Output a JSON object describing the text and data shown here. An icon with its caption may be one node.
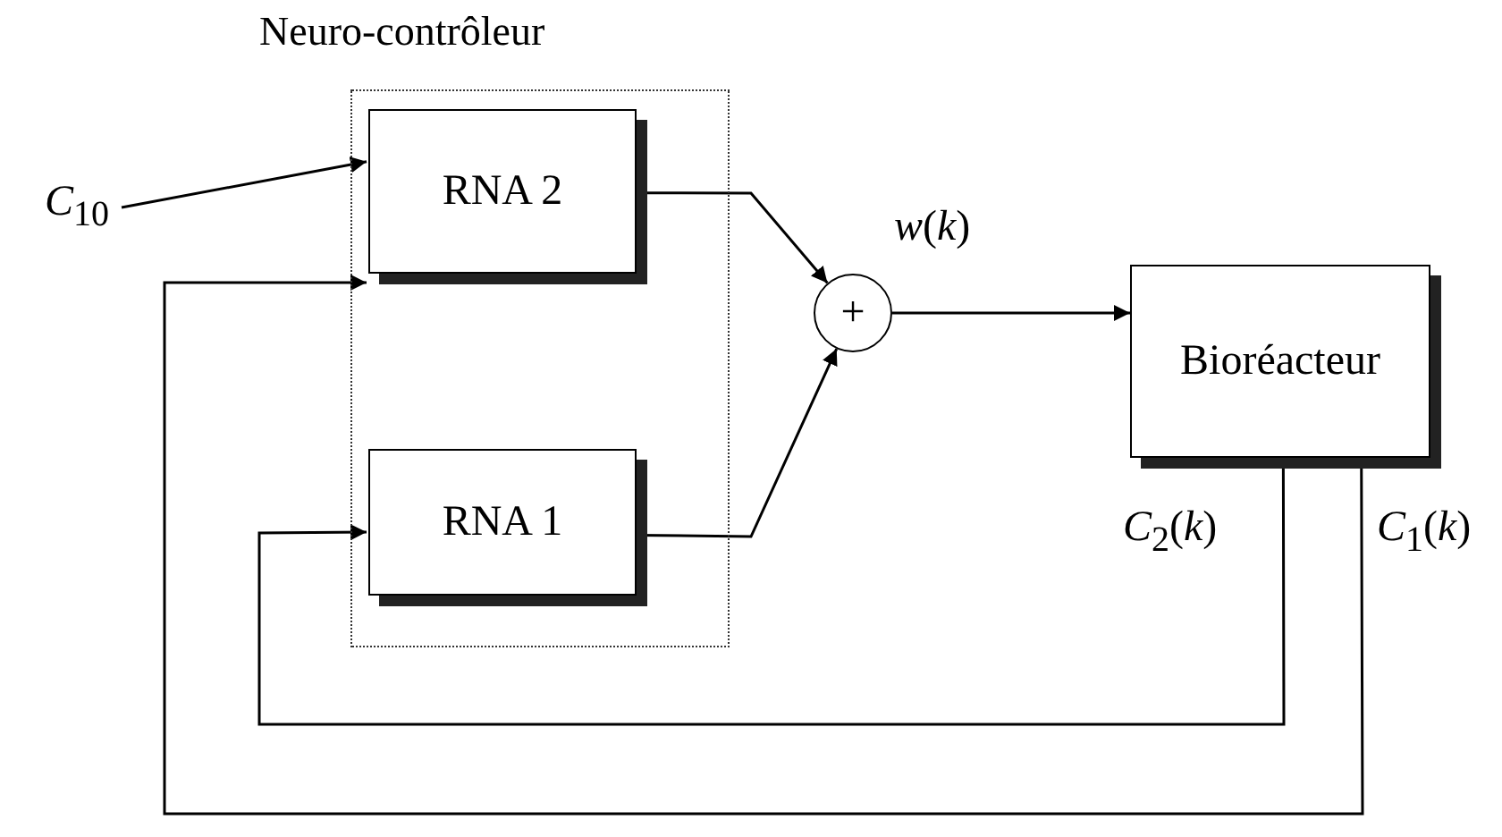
{
  "diagram": {
    "nodes": [
      {
        "text": [
          "Neuro-contrôleur"
        ]
      },
      {
        "text": [
          "*C*$_{10}$"
        ]
      },
      {
        "text": [
          "RNA 2"
        ],
        "in": 0
      },
      {
        "text": [
          "RNA 1"
        ],
        "in": 0
      },
      {
        "text": [
          "+"
        ]
      },
      {
        "text": [
          "Bioréacteur"
        ]
      }
    ],
    "edges": [
      {
        "from": 1,
        "to": 2,
        "arrow": "to"
      },
      {
        "from": 2,
        "to": 4,
        "arrow": "to"
      },
      {
        "from": 3,
        "to": 4,
        "arrow": "to"
      },
      {
        "from": 4,
        "to": 5,
        "arrow": "to",
        "label": "*w*(*k*)"
      },
      {
        "from": 5,
        "to": 3,
        "arrow": "to",
        "label": "*C*$_{2}$(*k*)"
      },
      {
        "from": 5,
        "to": 2,
        "arrow": "to",
        "label": "*C*$_{1}$(*k*)"
      }
    ]
  }
}
